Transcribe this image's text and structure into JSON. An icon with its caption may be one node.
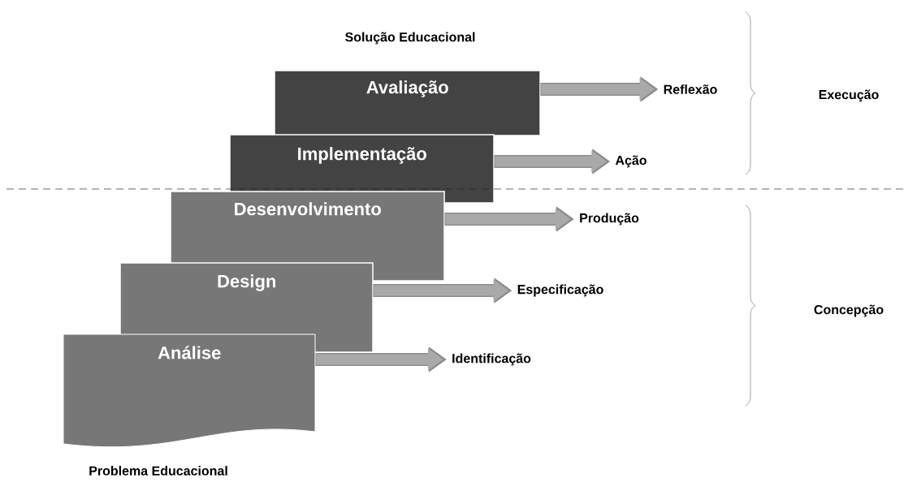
{
  "diagram": {
    "nodes": [
      {
        "text": [
          "Avaliação"
        ]
      },
      {
        "text": [
          "Implementação"
        ]
      },
      {
        "text": [
          "Desenvolvimento"
        ]
      },
      {
        "text": [
          "Design"
        ]
      },
      {
        "text": [
          "Análise"
        ]
      },
      {
        "text": [
          "Reflexão"
        ]
      },
      {
        "text": [
          "Ação"
        ]
      },
      {
        "text": [
          "Produção"
        ]
      },
      {
        "text": [
          "Especificação"
        ]
      },
      {
        "text": [
          "Identificação"
        ]
      }
    ],
    "edges": [
      {
        "from": 0,
        "to": 5,
        "arrow": "to"
      },
      {
        "from": 1,
        "to": 6,
        "arrow": "to"
      },
      {
        "from": 2,
        "to": 7,
        "arrow": "to"
      },
      {
        "from": 3,
        "to": 8,
        "arrow": "to"
      },
      {
        "from": 4,
        "to": 9,
        "arrow": "to"
      }
    ],
    "labels": [
      "Solução Educacional",
      "Execução",
      "Concepção",
      "Problema Educacional"
    ]
  }
}
